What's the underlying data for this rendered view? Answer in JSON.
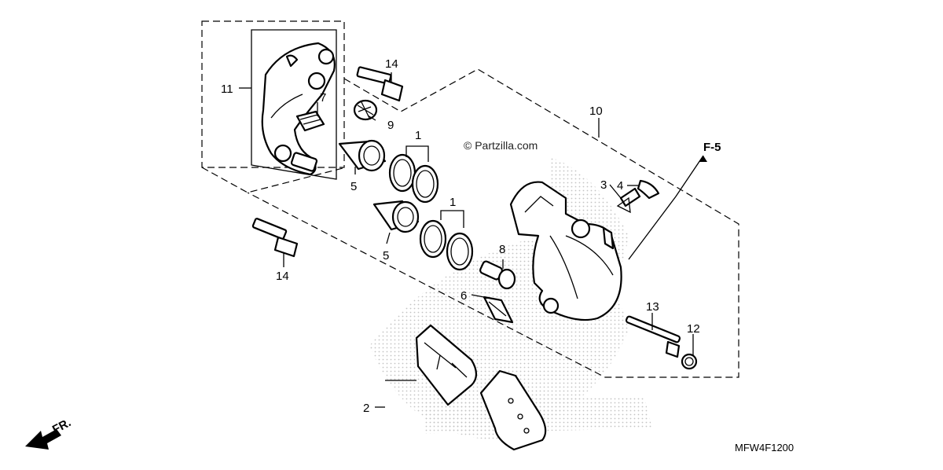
{
  "watermark": "© Partzilla.com",
  "diagram_code": "MFW4F1200",
  "reference": "F-5",
  "direction_label": "FR.",
  "callouts": {
    "c1a": "1",
    "c1b": "1",
    "c2": "2",
    "c3": "3",
    "c4": "4",
    "c5a": "5",
    "c5b": "5",
    "c6": "6",
    "c7": "7",
    "c8": "8",
    "c9": "9",
    "c10": "10",
    "c11": "11",
    "c12": "12",
    "c13": "13",
    "c14a": "14",
    "c14b": "14"
  },
  "colors": {
    "line": "#000000",
    "background": "#ffffff",
    "dots": "#bdbdbd"
  }
}
